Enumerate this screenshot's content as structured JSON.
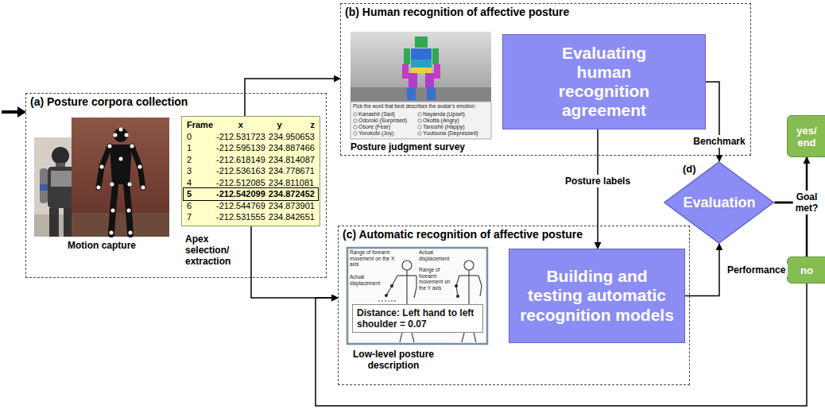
{
  "diagram": {
    "nodes": [
      {
        "text": [
          "(a) Posture corpora collection"
        ]
      },
      {
        "text": [
          "Frame",
          "x",
          "y",
          "z",
          "0",
          "-212.531723",
          "234.950653",
          "1",
          "-212.595139",
          "234.887466",
          "2",
          "-212.618149",
          "234.814087",
          "3",
          "-212.536163",
          "234.778671",
          "4",
          "-212.512085",
          "234.811081",
          "5",
          "-212.542099",
          "234.872452",
          "6",
          "-212.544769",
          "234.873901",
          "7",
          "-212.531555",
          "234.842651"
        ],
        "in": 0
      },
      {
        "text": [
          "(b) Human recognition of affective posture"
        ]
      },
      {
        "text": [
          "Evaluating human recognition agreement"
        ],
        "in": 2
      },
      {
        "text": [
          "(c) Automatic recognition of affective posture"
        ]
      },
      {
        "text": [
          "Distance: Left hand to left shoulder = 0.07"
        ],
        "in": 4
      },
      {
        "text": [
          "Building and testing automatic recognition models"
        ],
        "in": 4
      },
      {
        "text": [
          "(d)",
          "Evaluation"
        ]
      },
      {
        "text": [
          "yes/ end"
        ]
      },
      {
        "text": [
          "no"
        ]
      }
    ],
    "edges": [
      {
        "from": 1,
        "to": 2,
        "arrow": "to"
      },
      {
        "from": 1,
        "to": 4,
        "arrow": "to"
      },
      {
        "from": 3,
        "to": 6,
        "label": "Posture labels",
        "arrow": "to"
      },
      {
        "from": 3,
        "to": 7,
        "label": "Benchmark",
        "arrow": "to"
      },
      {
        "from": 6,
        "to": 7,
        "label": "Performance",
        "arrow": "to"
      },
      {
        "from": 7,
        "to": 8,
        "label": "Goal met?",
        "arrow": "to"
      },
      {
        "from": 7,
        "to": 9,
        "arrow": "none"
      },
      {
        "from": 9,
        "to": 4,
        "arrow": "to"
      }
    ],
    "labels": [
      "Motion capture",
      "Apex selection/ extraction",
      "Posture judgment survey",
      "Pick the word that best describes the avatar's emotion:",
      "Kanashii (Sad)",
      "Nayanda (Upset)",
      "Odoroki (Surprised)",
      "Okotta (Angry)",
      "Osore (Fear)",
      "Tanoshii (Happy)",
      "Yorokobi (Joy)",
      "Yuutsuna (Depressed)",
      "Range of forearm movement on the X axis",
      "Actual displacement",
      "Actual displacement",
      "Range of forearm movement on the Y axis",
      "Low-level posture description"
    ]
  }
}
